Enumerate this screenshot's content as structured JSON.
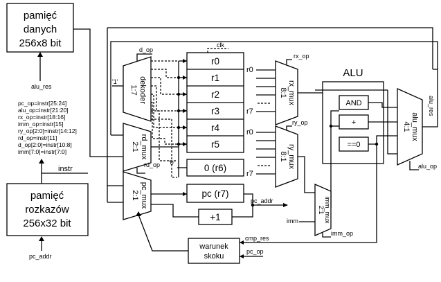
{
  "data_memory": {
    "line1": "pamięć",
    "line2": "danych",
    "line3": "256x8 bit"
  },
  "instr_memory": {
    "line1": "pamięć",
    "line2": "rozkazów",
    "line3": "256x32 bit"
  },
  "alu_res_left": "alu_res",
  "instr_label": "instr",
  "pc_addr_bottom": "pc_addr",
  "field_defs": [
    "pc_op=instr[25:24]",
    "alu_op=instr[21:20]",
    "rx_op=instr[18:16]",
    "imm_op=instr[15]",
    "ry_op[2:0]=instr[14:12]",
    "rd_op=instr[11]",
    "d_op[2:0]=instr[10:8]",
    "imm[7:0]=instr[7:0]"
  ],
  "decoder": {
    "label": "dekoder",
    "ratio": "1:7",
    "ctrl": "d_op",
    "one": "'1'"
  },
  "rd_mux": {
    "label": "rd_mux",
    "ratio": "2:1",
    "ctrl": "rd_op"
  },
  "pc_mux": {
    "label": "pc_mux",
    "ratio": "2:1"
  },
  "clk": "clk",
  "registers": [
    "r0",
    "r1",
    "r2",
    "r3",
    "r4",
    "r5"
  ],
  "zero_reg": "0 (r6)",
  "zero_const": "'0'",
  "pc_reg": "pc (r7)",
  "plus_one": "+1",
  "pc_addr_label": "pc_addr",
  "rx_mux": {
    "label": "rx_mux",
    "ratio": "8:1",
    "ctrl": "rx_op",
    "in_top": "r0",
    "in_bot": "r7"
  },
  "ry_mux": {
    "label": "ry_mux",
    "ratio": "8:1",
    "ctrl": "ry_op",
    "in_top": "r0",
    "in_bot": "r7"
  },
  "alu": {
    "title": "ALU",
    "and": "AND",
    "plus": "+",
    "eqz": "==0"
  },
  "alu_mux": {
    "label": "alu_mux",
    "ratio": "4:1",
    "ctrl": "alu_op",
    "out": "alu_res"
  },
  "imm_mux": {
    "label": "imm_mux",
    "ratio": "2:1",
    "ctrl": "imm_op",
    "in": "imm"
  },
  "cond": {
    "line1": "warunek",
    "line2": "skoku",
    "cmp": "cmp_res",
    "pc_op": "pc_op"
  }
}
